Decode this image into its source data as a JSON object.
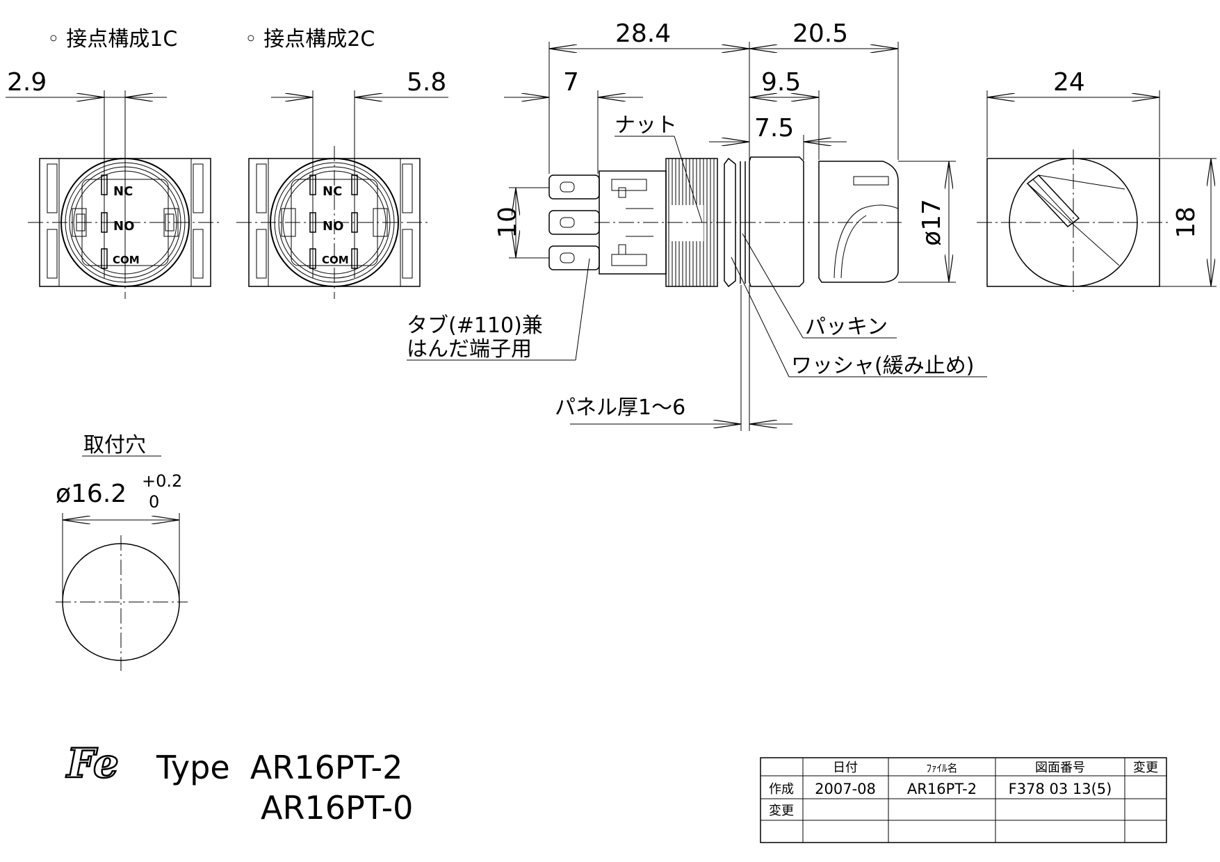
{
  "views": {
    "contact_1c": {
      "title": "◦ 接点構成1C",
      "dim_offset": "2.9",
      "terminals": [
        "NC",
        "NO",
        "COM"
      ]
    },
    "contact_2c": {
      "title": "◦ 接点構成2C",
      "dim_offset": "5.8",
      "terminals": [
        "NC",
        "NO",
        "COM"
      ]
    },
    "side": {
      "dim_total_rear": "28.4",
      "dim_front": "20.5",
      "dim_terminal": "7",
      "dim_9_5": "9.5",
      "dim_7_5": "7.5",
      "dim_pitch": "10",
      "dim_dia": "ø17",
      "label_nut": "ナット",
      "label_tab_line1": "タブ(#110)兼",
      "label_tab_line2": "はんだ端子用",
      "label_packing": "パッキン",
      "label_washer": "ワッシャ(緩み止め)",
      "label_panel": "パネル厚1～6"
    },
    "front": {
      "dim_width": "24",
      "dim_height": "18"
    },
    "mounting_hole": {
      "title": "取付穴",
      "diameter": "ø16.2",
      "tol_upper": "+0.2",
      "tol_lower": "0"
    }
  },
  "model": {
    "logo": "Fe",
    "type_line1": "Type  AR16PT-2",
    "type_line2": "AR16PT-0"
  },
  "title_block": {
    "headers": [
      "",
      "日付",
      "ﾌｧｲﾙ名",
      "図面番号",
      "変更"
    ],
    "rows": [
      [
        "作成",
        "2007-08",
        "AR16PT-2",
        "F378 03 13(5)",
        ""
      ],
      [
        "変更",
        "",
        "",
        "",
        ""
      ],
      [
        "",
        "",
        "",
        "",
        ""
      ]
    ]
  }
}
